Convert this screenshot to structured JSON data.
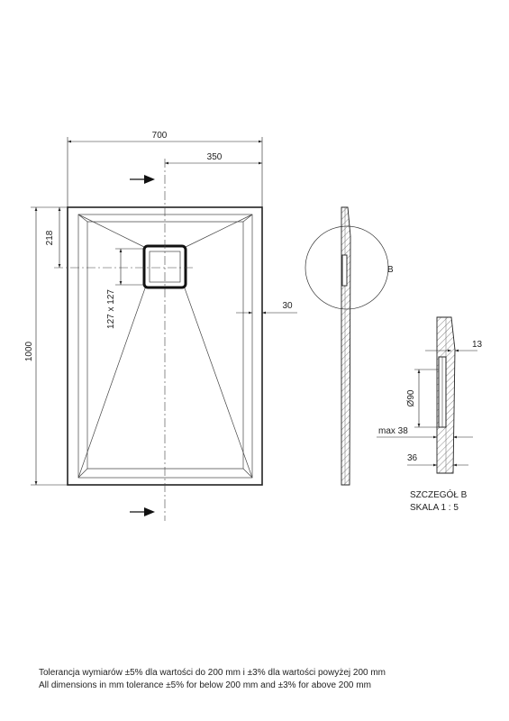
{
  "plan_view": {
    "width_dim": "700",
    "half_width_dim": "350",
    "length_dim": "1000",
    "drain_offset_dim": "218",
    "drain_size_dim": "127 x 127",
    "rim_dim": "30"
  },
  "side_view": {
    "detail_ref": "B"
  },
  "detail_b": {
    "title": "SZCZEGÓŁ B",
    "scale": "SKALA 1 : 5",
    "dim_13": "13",
    "dim_diameter": "Ø90",
    "dim_max": "max 38",
    "dim_36": "36"
  },
  "notes": {
    "pl": "Tolerancja wymiarów ±5% dla wartości do 200 mm i ±3% dla wartości powyżej 200 mm",
    "en": "All dimensions in mm tolerance ±5% for below 200 mm and ±3% for above 200 mm"
  }
}
